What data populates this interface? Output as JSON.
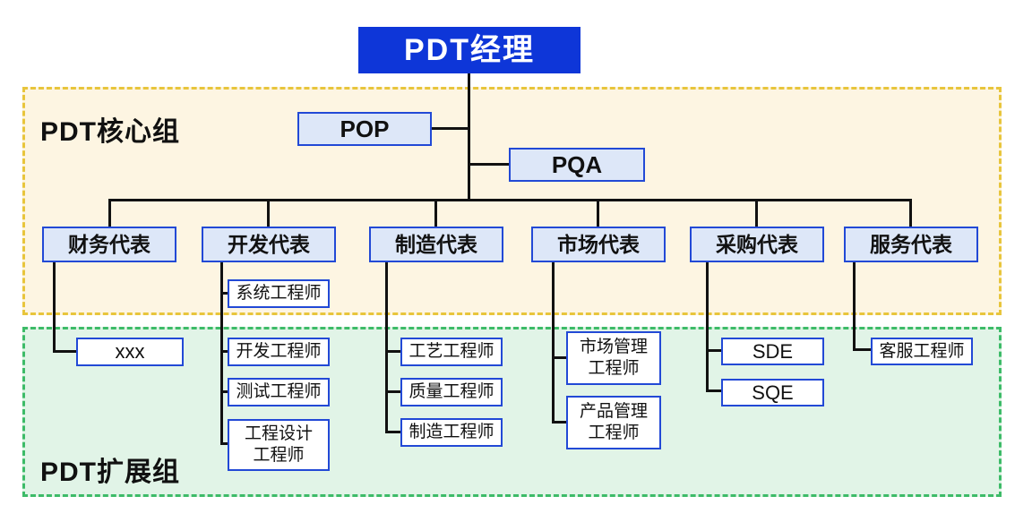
{
  "colors": {
    "manager_bg": "#0e36d8",
    "manager_text": "#ffffff",
    "node_border": "#2249d6",
    "node_fill": "#dde7f8",
    "leaf_fill": "#ffffff",
    "core_bg": "#fdf5e2",
    "core_border": "#e8c53c",
    "ext_bg": "#e1f4e7",
    "ext_border": "#3dbb68",
    "line": "#111111",
    "text": "#111111"
  },
  "manager": {
    "label": "PDT经理"
  },
  "core_group": {
    "label": "PDT核心组",
    "staff": {
      "pop": "POP",
      "pqa": "PQA"
    },
    "representatives": [
      {
        "label": "财务代表"
      },
      {
        "label": "开发代表"
      },
      {
        "label": "制造代表"
      },
      {
        "label": "市场代表"
      },
      {
        "label": "采购代表"
      },
      {
        "label": "服务代表"
      }
    ],
    "members": [
      {
        "label": "系统工程师"
      }
    ]
  },
  "extended_group": {
    "label": "PDT扩展组",
    "finance_members": [
      {
        "label": "xxx"
      }
    ],
    "dev_members": [
      {
        "label": "开发工程师"
      },
      {
        "label": "测试工程师"
      },
      {
        "label": "工程设计\n工程师"
      }
    ],
    "mfg_members": [
      {
        "label": "工艺工程师"
      },
      {
        "label": "质量工程师"
      },
      {
        "label": "制造工程师"
      }
    ],
    "market_members": [
      {
        "label": "市场管理\n工程师"
      },
      {
        "label": "产品管理\n工程师"
      }
    ],
    "procurement_members": [
      {
        "label": "SDE"
      },
      {
        "label": "SQE"
      }
    ],
    "service_members": [
      {
        "label": "客服工程师"
      }
    ]
  }
}
